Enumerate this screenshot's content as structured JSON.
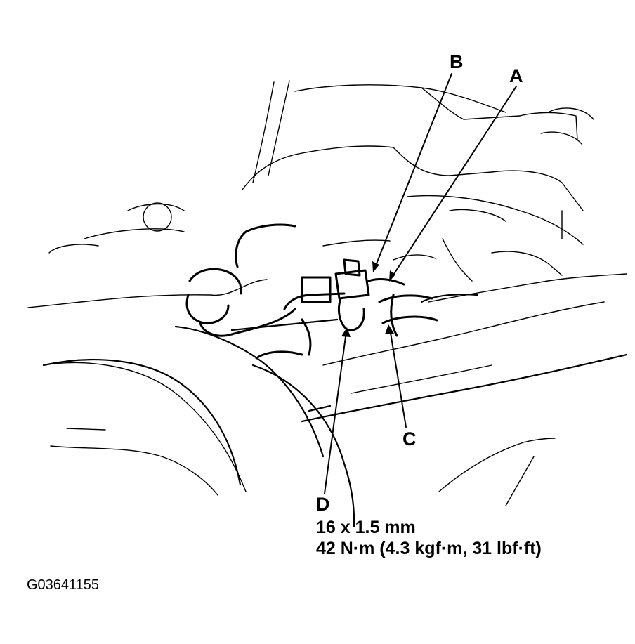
{
  "callouts": {
    "a": "A",
    "b": "B",
    "c": "C",
    "d": "D"
  },
  "spec": {
    "size": "16 x 1.5 mm",
    "torque": "42 N·m (4.3 kgf·m, 31 lbf·ft)"
  },
  "figure_id": "G03641155"
}
